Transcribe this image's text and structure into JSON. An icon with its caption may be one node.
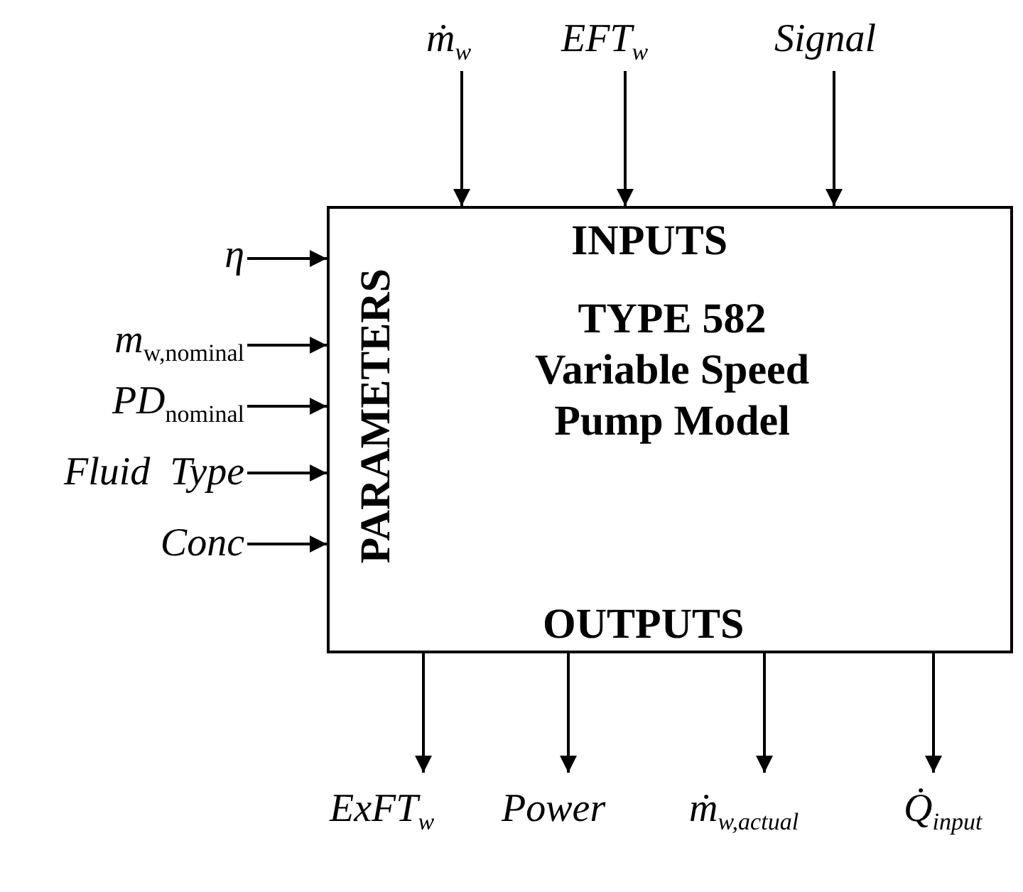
{
  "diagram": {
    "nodes": [
      {
        "text": [
          "INPUTS",
          "PARAMETERS",
          "TYPE 582 Variable Speed Pump Model",
          "OUTPUTS"
        ]
      },
      {
        "text": [
          "ṁ$_{w}$"
        ]
      },
      {
        "text": [
          "EFT$_{w}$"
        ]
      },
      {
        "text": [
          "Signal"
        ]
      },
      {
        "text": [
          "η"
        ]
      },
      {
        "text": [
          "m$_{w,nominal}$"
        ]
      },
      {
        "text": [
          "PD$_{nominal}$"
        ]
      },
      {
        "text": [
          "Fluid  Type"
        ]
      },
      {
        "text": [
          "Conc"
        ]
      },
      {
        "text": [
          "ExFT$_{w}$"
        ]
      },
      {
        "text": [
          "Power"
        ]
      },
      {
        "text": [
          "ṁ$_{w,actual}$"
        ]
      },
      {
        "text": [
          "Q̇$_{input}$"
        ]
      }
    ],
    "edges": [
      {
        "from": 1,
        "to": 0,
        "arrow": "to"
      },
      {
        "from": 2,
        "to": 0,
        "arrow": "to"
      },
      {
        "from": 3,
        "to": 0,
        "arrow": "to"
      },
      {
        "from": 4,
        "to": 0,
        "arrow": "to"
      },
      {
        "from": 5,
        "to": 0,
        "arrow": "to"
      },
      {
        "from": 6,
        "to": 0,
        "arrow": "to"
      },
      {
        "from": 7,
        "to": 0,
        "arrow": "to"
      },
      {
        "from": 8,
        "to": 0,
        "arrow": "to"
      },
      {
        "from": 0,
        "to": 9,
        "arrow": "to"
      },
      {
        "from": 0,
        "to": 10,
        "arrow": "to"
      },
      {
        "from": 0,
        "to": 11,
        "arrow": "to"
      },
      {
        "from": 0,
        "to": 12,
        "arrow": "to"
      }
    ]
  }
}
